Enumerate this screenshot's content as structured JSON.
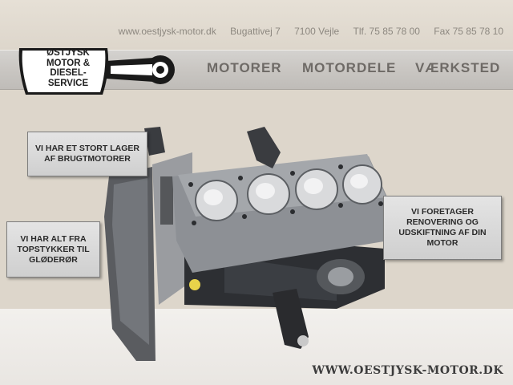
{
  "contact": {
    "website": "www.oestjysk-motor.dk",
    "address": "Bugattivej 7",
    "city": "7100 Vejle",
    "phone": "Tlf. 75 85 78 00",
    "fax": "Fax 75 85 78 10"
  },
  "logo": {
    "lines": [
      "ØSTJYSK",
      "MOTOR &",
      "DIESEL-",
      "SERVICE"
    ]
  },
  "nav": {
    "items": [
      {
        "label": "MOTORER"
      },
      {
        "label": "MOTORDELE"
      },
      {
        "label": "VÆRKSTED"
      }
    ]
  },
  "callouts": [
    {
      "text": "VI HAR ET STORT LAGER\nAF BRUGTMOTORER"
    },
    {
      "text": "VI HAR ALT FRA\nTOPSTYKKER TIL\nGLØDERØR"
    },
    {
      "text": "VI FORETAGER\nRENOVERING OG\nUDSKIFTNING AF DIN\nMOTOR"
    }
  ],
  "footer": {
    "url": "WWW.OESTJYSK-MOTOR.DK"
  },
  "colors": {
    "background": "#ddd6cb",
    "nav_text": "#6e6a66",
    "contact_text": "#8d8880"
  }
}
